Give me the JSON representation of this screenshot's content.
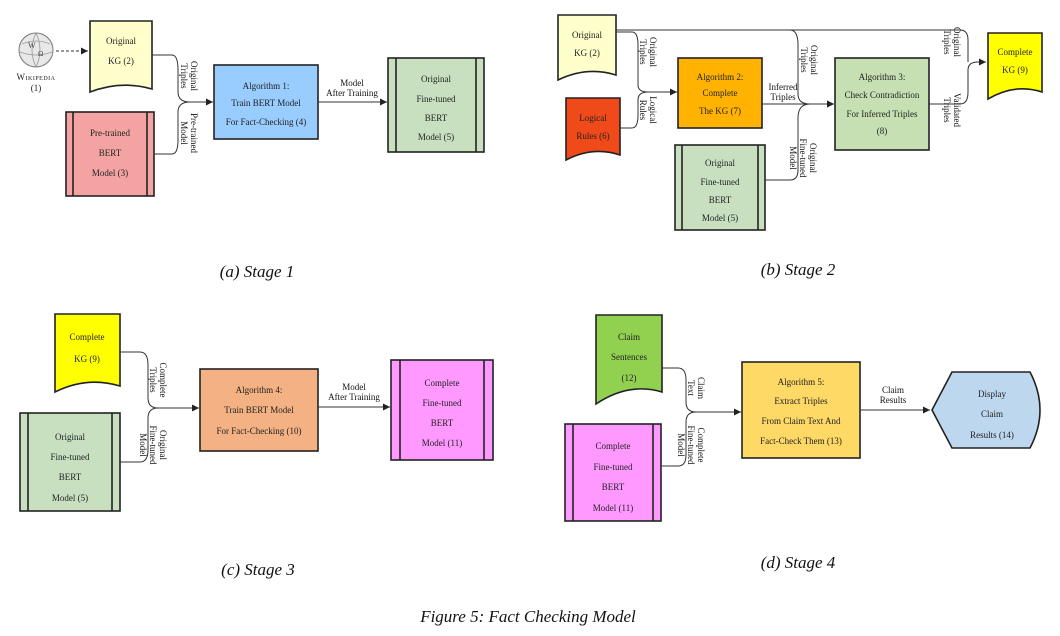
{
  "figure_caption": "Figure 5: Fact Checking Model",
  "stage1": {
    "caption": "(a) Stage 1",
    "wikipedia": {
      "name": "Wikipedia",
      "id": "(1)"
    },
    "original_kg": [
      "Original",
      "KG (2)"
    ],
    "pretrained": [
      "Pre-trained",
      "BERT",
      "Model (3)"
    ],
    "algo": [
      "Algorithm 1:",
      "Train BERT Model",
      "For Fact-Checking (4)"
    ],
    "finetuned": [
      "Original",
      "Fine-tuned",
      "BERT",
      "Model (5)"
    ],
    "edge_triples": [
      "Original",
      "Triples"
    ],
    "edge_model": [
      "Pre-trained",
      "Model"
    ],
    "edge_after": [
      "Model",
      "After Training"
    ]
  },
  "stage2": {
    "caption": "(b) Stage 2",
    "original_kg": [
      "Original",
      "KG (2)"
    ],
    "logical_rules": [
      "Logical",
      "Rules (6)"
    ],
    "algo2": [
      "Algorithm 2:",
      "Complete",
      "The KG (7)"
    ],
    "algo3": [
      "Algorithm 3:",
      "Check Contradiction",
      "For Inferred Triples",
      "(8)"
    ],
    "finetuned": [
      "Original",
      "Fine-tuned",
      "BERT",
      "Model (5)"
    ],
    "complete_kg": [
      "Complete",
      "KG (9)"
    ],
    "edge_orig_triples_a": [
      "Original",
      "Triples"
    ],
    "edge_orig_triples_b": [
      "Original",
      "Triples"
    ],
    "edge_orig_triples_top": [
      "Original",
      "Triples"
    ],
    "edge_logical": [
      "Logical",
      "Rules"
    ],
    "edge_inferred": [
      "Inferred",
      "Triples"
    ],
    "edge_model": [
      "Original",
      "Fine-tuned",
      "Model"
    ],
    "edge_validated": [
      "Validated",
      "Triples"
    ]
  },
  "stage3": {
    "caption": "(c) Stage 3",
    "complete_kg": [
      "Complete",
      "KG (9)"
    ],
    "finetuned": [
      "Original",
      "Fine-tuned",
      "BERT",
      "Model (5)"
    ],
    "algo": [
      "Algorithm 4:",
      "Train BERT Model",
      "For Fact-Checking (10)"
    ],
    "complete_model": [
      "Complete",
      "Fine-tuned",
      "BERT",
      "Model (11)"
    ],
    "edge_triples": [
      "Complete",
      "Triples"
    ],
    "edge_model": [
      "Original",
      "Fine-tuned",
      "Model"
    ],
    "edge_after": [
      "Model",
      "After Training"
    ]
  },
  "stage4": {
    "caption": "(d) Stage 4",
    "claim": [
      "Claim",
      "Sentences",
      "(12)"
    ],
    "complete_model": [
      "Complete",
      "Fine-tuned",
      "BERT",
      "Model (11)"
    ],
    "algo": [
      "Algorithm 5:",
      "Extract Triples",
      "From Claim Text And",
      "Fact-Check Them (13)"
    ],
    "display": [
      "Display",
      "Claim",
      "Results (14)"
    ],
    "edge_claim": [
      "Claim",
      "Text"
    ],
    "edge_model": [
      "Complete",
      "Fine-tuned",
      "Model"
    ],
    "edge_results": [
      "Claim",
      "Results"
    ]
  },
  "colors": {
    "yellow_note": "#ffffcc",
    "pink_box": "#f4a3a3",
    "blue_algo": "#99ccff",
    "green_model": "#c8e0c0",
    "orange_algo": "#ffb300",
    "red_rules": "#f04a1a",
    "green_algo": "#c6e0b4",
    "bright_yellow": "#ffff00",
    "salmon_algo": "#f4b183",
    "magenta_model": "#ff99ff",
    "lime_claim": "#92d050",
    "gold_algo": "#ffd966",
    "blue_display": "#bdd7ee"
  }
}
